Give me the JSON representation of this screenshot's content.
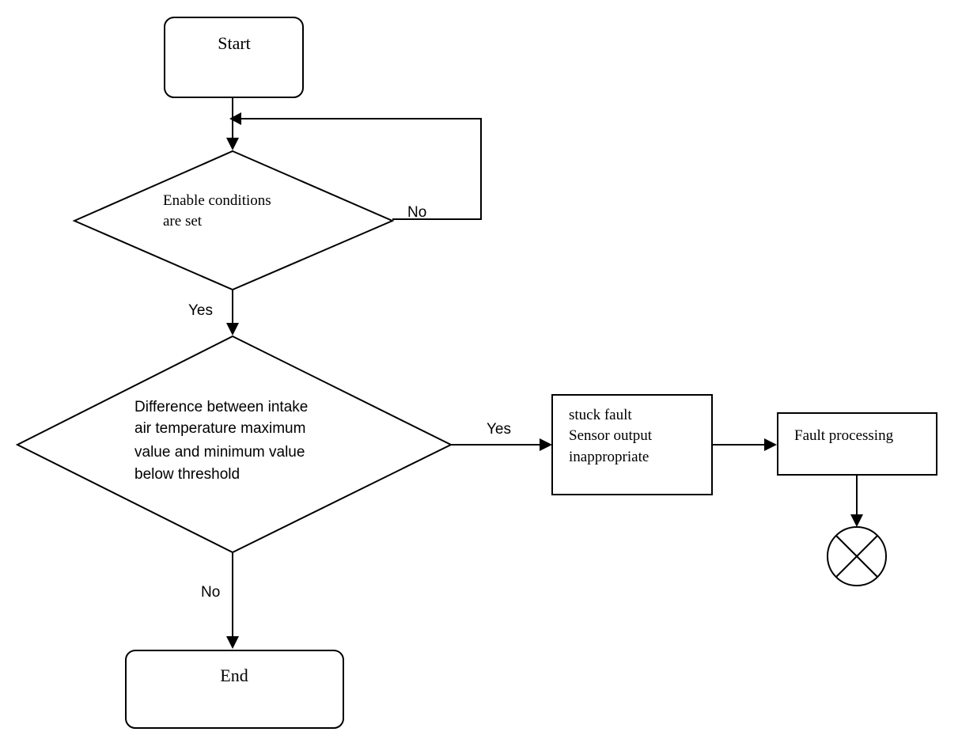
{
  "diagram": {
    "start": {
      "label": "Start"
    },
    "enable_decision": {
      "line1": "Enable conditions",
      "line2": "are set"
    },
    "enable_no_label": "No",
    "enable_yes_label": "Yes",
    "diff_decision": {
      "line1": "Difference between intake",
      "line2": "air temperature maximum",
      "line3": "value and minimum value",
      "line4": "below threshold"
    },
    "diff_yes_label": "Yes",
    "diff_no_label": "No",
    "stuck_fault": {
      "line1": "stuck fault",
      "line2": "Sensor output",
      "line3": "inappropriate"
    },
    "fault_processing": {
      "label": "Fault processing"
    },
    "end": {
      "label": "End"
    }
  }
}
